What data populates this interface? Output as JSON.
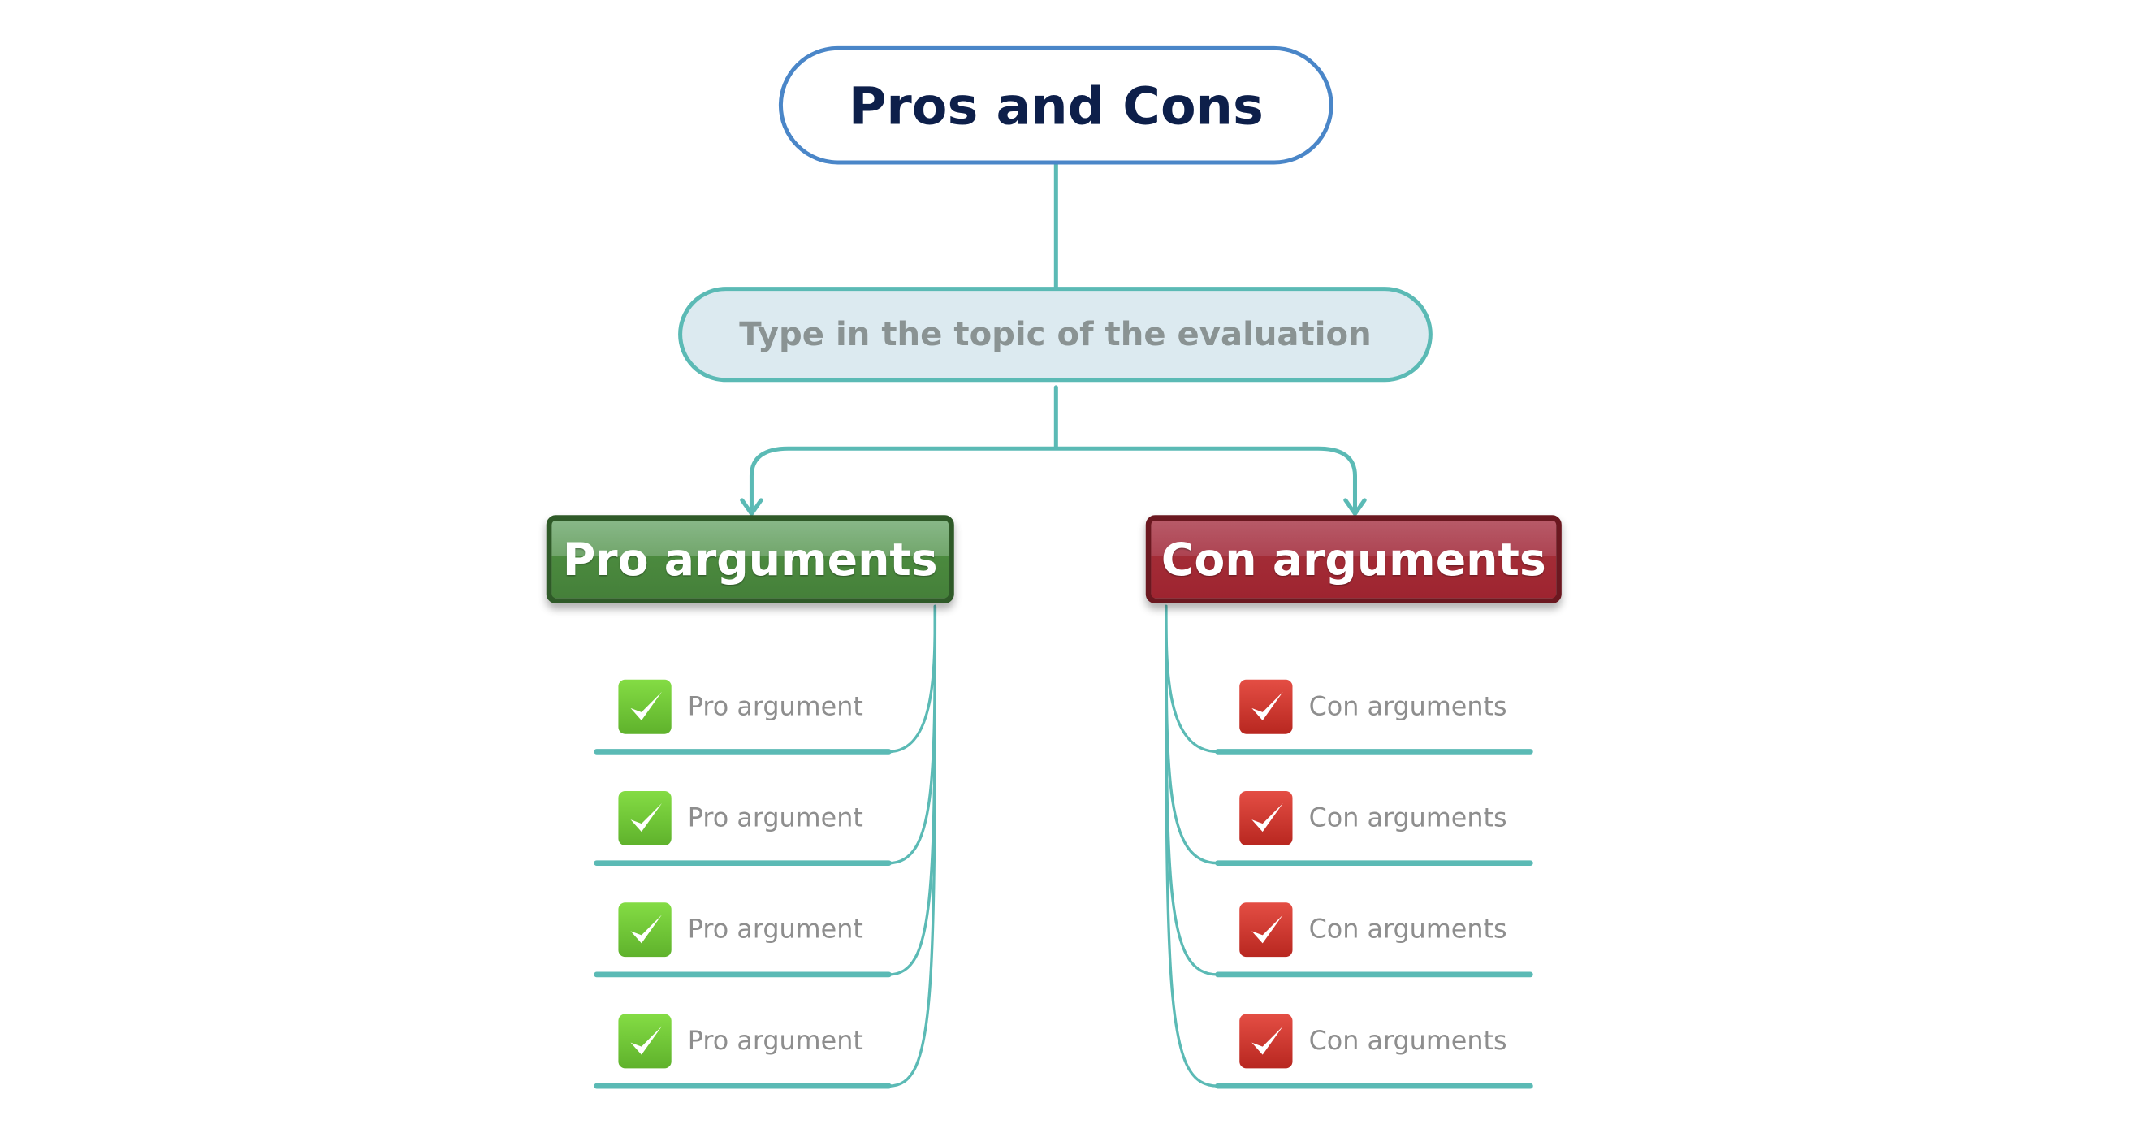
{
  "title": "Pros and Cons",
  "topic": "Type in the topic of the evaluation",
  "pro": {
    "label": "Pro arguments",
    "color": "#4b8a3e",
    "items": [
      "Pro argument",
      "Pro argument",
      "Pro argument",
      "Pro argument"
    ]
  },
  "con": {
    "label": "Con arguments",
    "color": "#a32c36",
    "items": [
      "Con arguments",
      "Con arguments",
      "Con arguments",
      "Con arguments"
    ]
  },
  "connector_color": "#5bbab5"
}
